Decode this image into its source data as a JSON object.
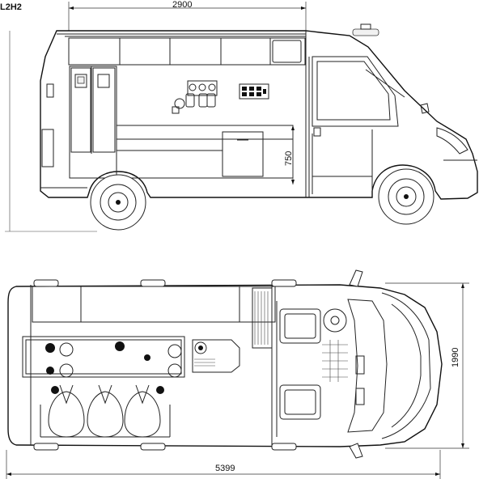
{
  "model_label": "L2H2",
  "dimensions": {
    "top_length": "2900",
    "cabinet_height": "750",
    "overall_width": "1990",
    "overall_length": "5399"
  },
  "icons": {
    "wheel": "wheel-icon",
    "beacon": "beacon-light-icon",
    "seat": "seat-icon"
  }
}
